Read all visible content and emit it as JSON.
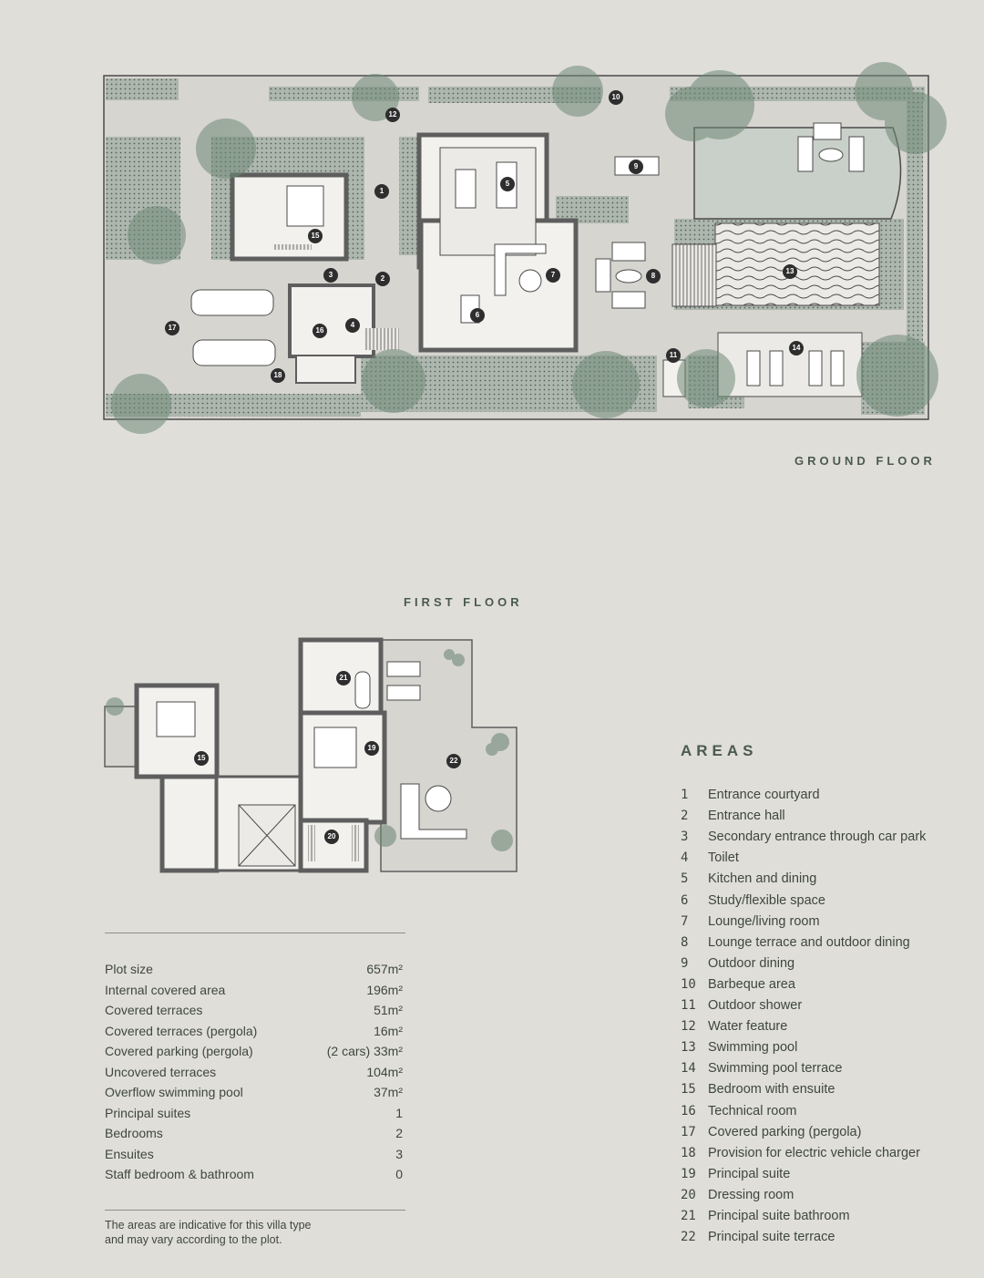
{
  "labels": {
    "ground_floor": "GROUND FLOOR",
    "first_floor": "FIRST FLOOR",
    "areas_title": "AREAS"
  },
  "areas": [
    {
      "n": "1",
      "name": "Entrance courtyard"
    },
    {
      "n": "2",
      "name": "Entrance hall"
    },
    {
      "n": "3",
      "name": "Secondary entrance through car park"
    },
    {
      "n": "4",
      "name": "Toilet"
    },
    {
      "n": "5",
      "name": "Kitchen and dining"
    },
    {
      "n": "6",
      "name": "Study/flexible space"
    },
    {
      "n": "7",
      "name": "Lounge/living room"
    },
    {
      "n": "8",
      "name": "Lounge terrace and outdoor dining"
    },
    {
      "n": "9",
      "name": "Outdoor dining"
    },
    {
      "n": "10",
      "name": "Barbeque area"
    },
    {
      "n": "11",
      "name": "Outdoor shower"
    },
    {
      "n": "12",
      "name": "Water feature"
    },
    {
      "n": "13",
      "name": "Swimming pool"
    },
    {
      "n": "14",
      "name": "Swimming pool terrace"
    },
    {
      "n": "15",
      "name": "Bedroom with ensuite"
    },
    {
      "n": "16",
      "name": "Technical room"
    },
    {
      "n": "17",
      "name": "Covered parking (pergola)"
    },
    {
      "n": "18",
      "name": "Provision for electric vehicle charger"
    },
    {
      "n": "19",
      "name": "Principal suite"
    },
    {
      "n": "20",
      "name": "Dressing room"
    },
    {
      "n": "21",
      "name": "Principal suite bathroom"
    },
    {
      "n": "22",
      "name": "Principal suite terrace"
    }
  ],
  "specs": [
    {
      "label": "Plot size",
      "value": "657m²"
    },
    {
      "label": "Internal covered area",
      "value": "196m²"
    },
    {
      "label": "Covered terraces",
      "value": "51m²"
    },
    {
      "label": "Covered terraces (pergola)",
      "value": "16m²"
    },
    {
      "label": "Covered parking (pergola)",
      "value": "(2 cars) 33m²"
    },
    {
      "label": "Uncovered terraces",
      "value": "104m²"
    },
    {
      "label": "Overflow swimming pool",
      "value": "37m²"
    },
    {
      "label": "Principal suites",
      "value": "1"
    },
    {
      "label": "Bedrooms",
      "value": "2"
    },
    {
      "label": "Ensuites",
      "value": "3"
    },
    {
      "label": "Staff bedroom & bathroom",
      "value": "0"
    }
  ],
  "note": {
    "line1": "The areas are indicative for this villa type",
    "line2": "and may vary according to the plot."
  },
  "plan_markers": {
    "ground": [
      "1",
      "2",
      "3",
      "4",
      "5",
      "6",
      "7",
      "8",
      "9",
      "10",
      "11",
      "12",
      "13",
      "14",
      "15",
      "16",
      "17",
      "18"
    ],
    "first": [
      "15",
      "19",
      "20",
      "21",
      "22"
    ]
  },
  "colors": {
    "background": "#e0ded9",
    "wall": "#5e5e5e",
    "landscape": "#a9b4ac",
    "tree": "#6f8a76",
    "pool": "#c9cfc9",
    "marker": "#2e2e2e",
    "heading": "#4a5a4e"
  }
}
